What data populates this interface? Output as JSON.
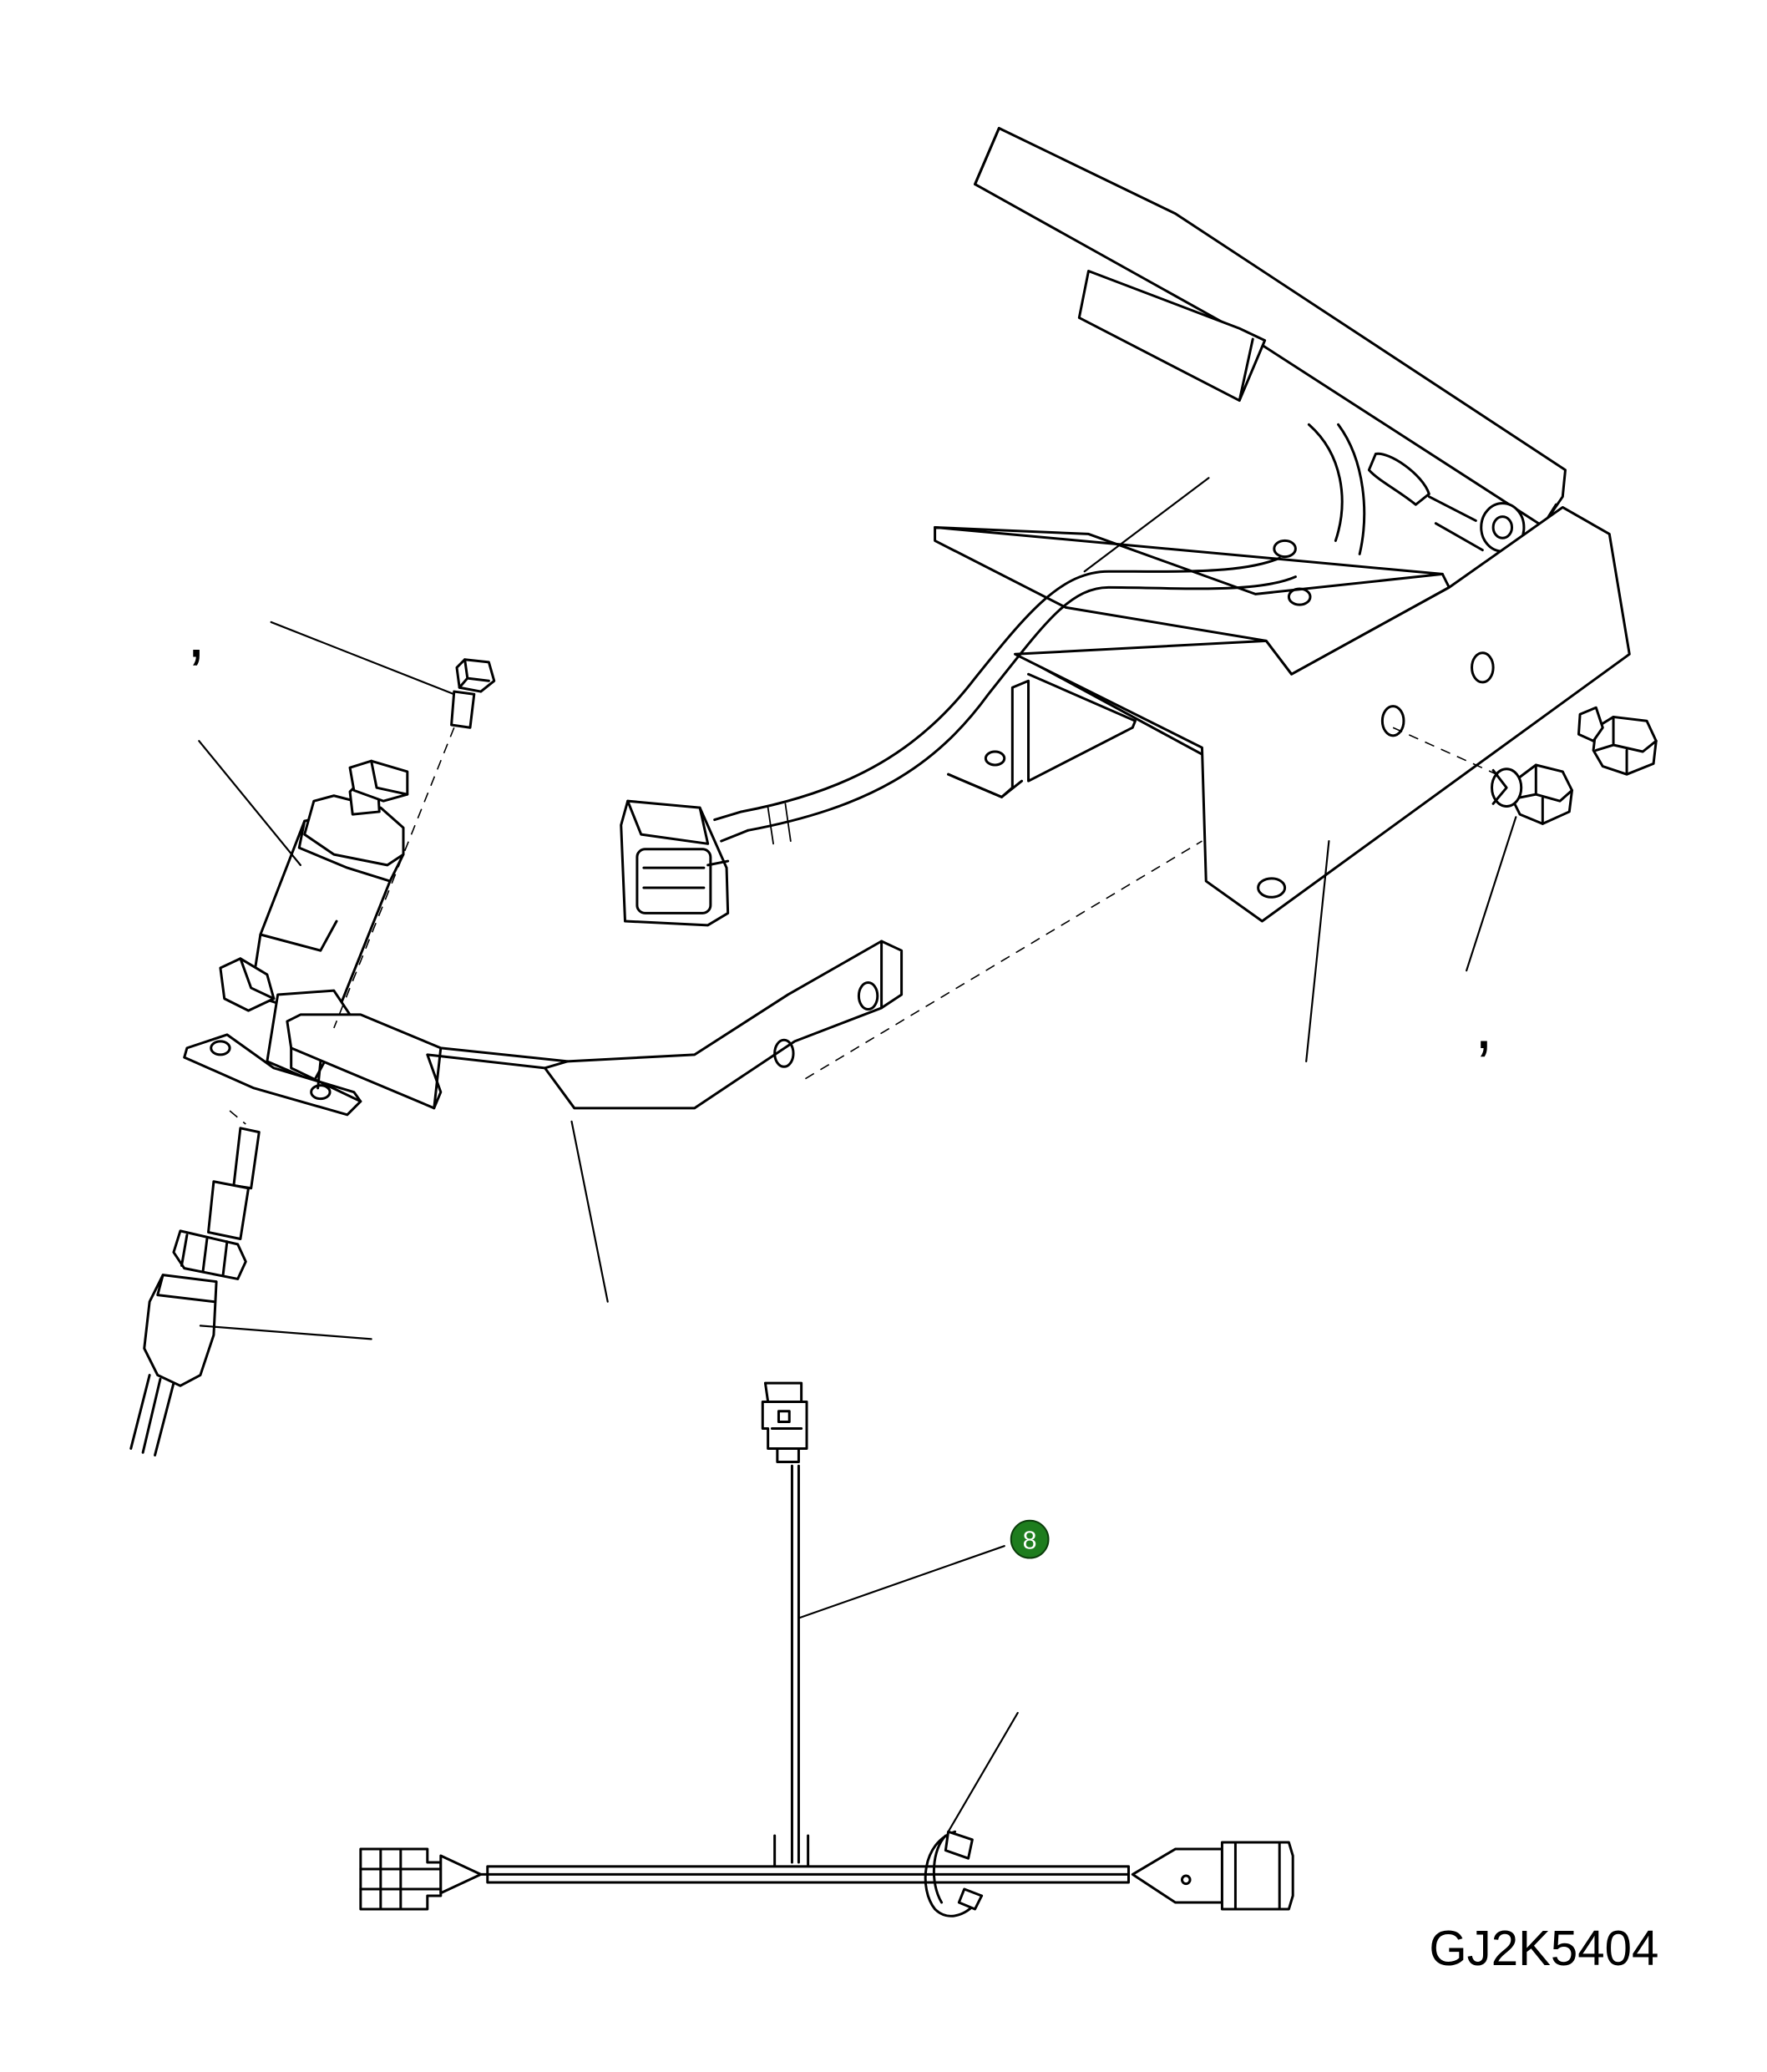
{
  "diagram": {
    "drawing_code": "GJ2K5404",
    "callout_marks": [
      ",",
      ",",
      ""
    ],
    "hotspot": {
      "label": "8",
      "color": "#1e7d1e",
      "stroke_color": "#0b3d0b"
    },
    "parts_depicted": [
      "accelerator-pedal",
      "pedal-mounting-bracket",
      "pedal-wire-harness-connector",
      "mounting-bolts",
      "throttle-actuator",
      "throttle-support-arm",
      "speed-sensor",
      "wiring-harness",
      "cable-tie"
    ]
  }
}
